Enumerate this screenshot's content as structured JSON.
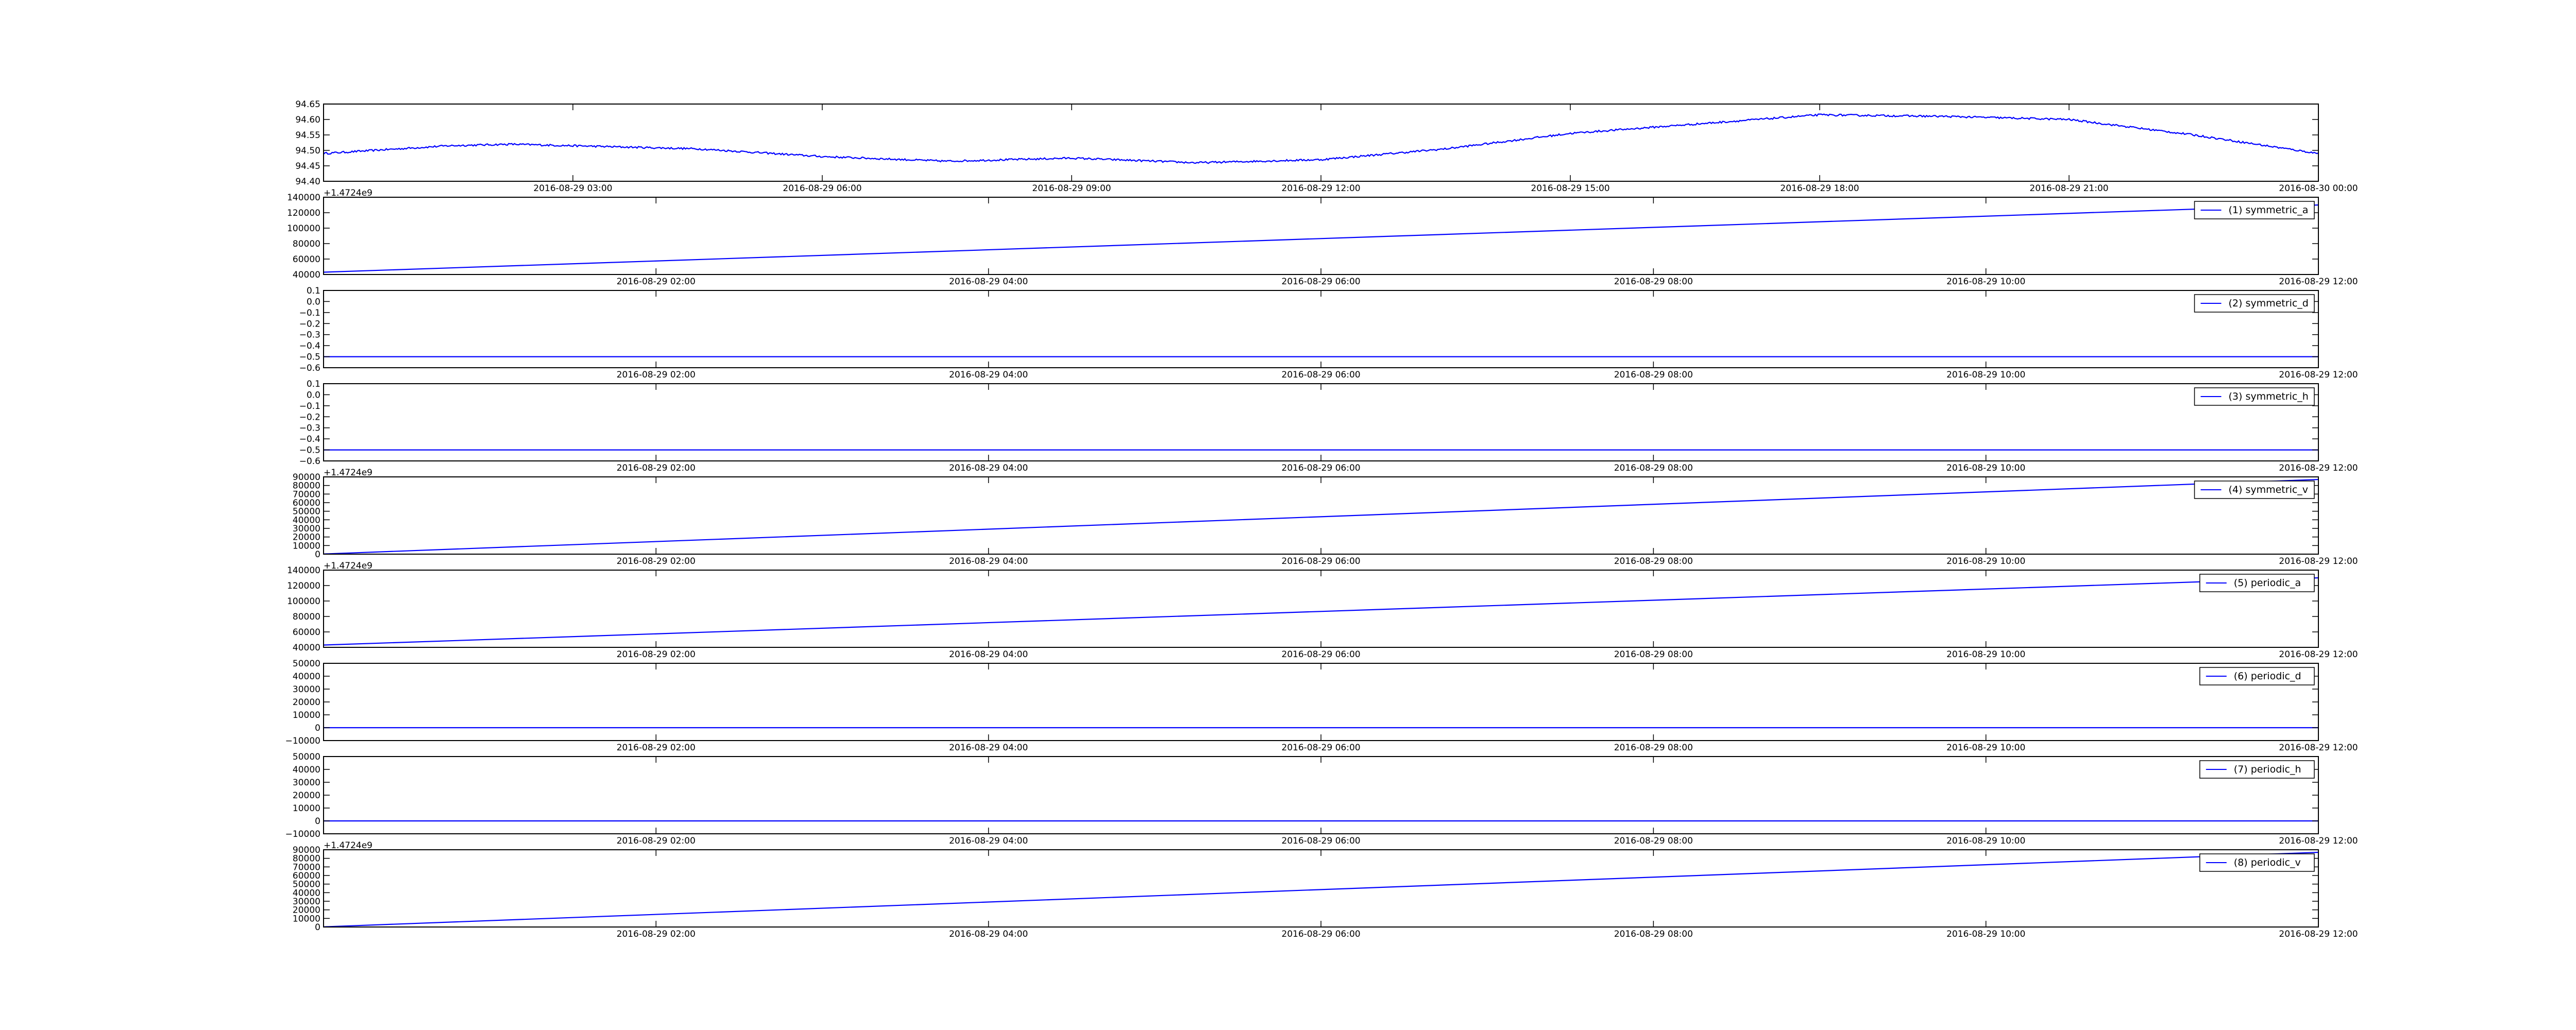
{
  "chart_data": [
    {
      "type": "line",
      "title": "",
      "xlabel": "",
      "ylabel": "",
      "x_type": "datetime",
      "xlim": [
        "2016-08-29 00:00",
        "2016-08-30 00:00"
      ],
      "ylim": [
        94.4,
        94.65
      ],
      "y_ticks": [
        "94.40",
        "94.45",
        "94.50",
        "94.55",
        "94.60",
        "94.65"
      ],
      "x_ticks": [
        {
          "t": "2016-08-29 03:00",
          "label": "2016-08-29 03:00"
        },
        {
          "t": "2016-08-29 06:00",
          "label": "2016-08-29 06:00"
        },
        {
          "t": "2016-08-29 09:00",
          "label": "2016-08-29 09:00"
        },
        {
          "t": "2016-08-29 12:00",
          "label": "2016-08-29 12:00"
        },
        {
          "t": "2016-08-29 15:00",
          "label": "2016-08-29 15:00"
        },
        {
          "t": "2016-08-29 18:00",
          "label": "2016-08-29 18:00"
        },
        {
          "t": "2016-08-29 21:00",
          "label": "2016-08-29 21:00"
        },
        {
          "t": "2016-08-30 00:00",
          "label": "2016-08-30 00:00"
        }
      ],
      "offset_text": "",
      "legend": null,
      "grid": false,
      "noise": 0.006,
      "series": [
        {
          "color": "#0000ff",
          "x": [
            "2016-08-29 00:00",
            "2016-08-29 01:30",
            "2016-08-29 02:15",
            "2016-08-29 03:00",
            "2016-08-29 04:30",
            "2016-08-29 06:00",
            "2016-08-29 07:30",
            "2016-08-29 09:00",
            "2016-08-29 10:30",
            "2016-08-29 12:00",
            "2016-08-29 13:30",
            "2016-08-29 15:00",
            "2016-08-29 16:30",
            "2016-08-29 18:00",
            "2016-08-29 19:30",
            "2016-08-29 21:00",
            "2016-08-29 22:30",
            "2016-08-30 00:00"
          ],
          "y": [
            94.49,
            94.515,
            94.52,
            94.515,
            94.505,
            94.48,
            94.465,
            94.475,
            94.46,
            94.47,
            94.505,
            94.555,
            94.585,
            94.615,
            94.61,
            94.6,
            94.55,
            94.49
          ]
        }
      ]
    },
    {
      "type": "line",
      "title": "",
      "xlabel": "",
      "ylabel": "",
      "x_type": "datetime",
      "xlim": [
        "2016-08-29 00:00",
        "2016-08-29 12:00"
      ],
      "ylim": [
        40000,
        140000
      ],
      "y_ticks": [
        "40000",
        "60000",
        "80000",
        "100000",
        "120000",
        "140000"
      ],
      "x_ticks": [
        {
          "t": "2016-08-29 02:00",
          "label": "2016-08-29 02:00"
        },
        {
          "t": "2016-08-29 04:00",
          "label": "2016-08-29 04:00"
        },
        {
          "t": "2016-08-29 06:00",
          "label": "2016-08-29 06:00"
        },
        {
          "t": "2016-08-29 08:00",
          "label": "2016-08-29 08:00"
        },
        {
          "t": "2016-08-29 10:00",
          "label": "2016-08-29 10:00"
        },
        {
          "t": "2016-08-29 12:00",
          "label": "2016-08-29 12:00"
        }
      ],
      "offset_text": "+1.4724e9",
      "legend": "top-right",
      "grid": false,
      "series": [
        {
          "name": "(1) symmetric_a",
          "color": "#0000ff",
          "x": [
            "2016-08-29 00:00",
            "2016-08-29 12:00"
          ],
          "y": [
            43000,
            130000
          ]
        }
      ]
    },
    {
      "type": "line",
      "title": "",
      "xlabel": "",
      "ylabel": "",
      "x_type": "datetime",
      "xlim": [
        "2016-08-29 00:00",
        "2016-08-29 12:00"
      ],
      "ylim": [
        -0.6,
        0.1
      ],
      "y_ticks": [
        "−0.6",
        "−0.5",
        "−0.4",
        "−0.3",
        "−0.2",
        "−0.1",
        "0.0",
        "0.1"
      ],
      "x_ticks": [
        {
          "t": "2016-08-29 02:00",
          "label": "2016-08-29 02:00"
        },
        {
          "t": "2016-08-29 04:00",
          "label": "2016-08-29 04:00"
        },
        {
          "t": "2016-08-29 06:00",
          "label": "2016-08-29 06:00"
        },
        {
          "t": "2016-08-29 08:00",
          "label": "2016-08-29 08:00"
        },
        {
          "t": "2016-08-29 10:00",
          "label": "2016-08-29 10:00"
        },
        {
          "t": "2016-08-29 12:00",
          "label": "2016-08-29 12:00"
        }
      ],
      "offset_text": "",
      "legend": "top-right",
      "grid": false,
      "series": [
        {
          "name": "(2) symmetric_d",
          "color": "#0000ff",
          "x": [
            "2016-08-29 00:00",
            "2016-08-29 12:00"
          ],
          "y": [
            -0.5,
            -0.5
          ]
        }
      ]
    },
    {
      "type": "line",
      "title": "",
      "xlabel": "",
      "ylabel": "",
      "x_type": "datetime",
      "xlim": [
        "2016-08-29 00:00",
        "2016-08-29 12:00"
      ],
      "ylim": [
        -0.6,
        0.1
      ],
      "y_ticks": [
        "−0.6",
        "−0.5",
        "−0.4",
        "−0.3",
        "−0.2",
        "−0.1",
        "0.0",
        "0.1"
      ],
      "x_ticks": [
        {
          "t": "2016-08-29 02:00",
          "label": "2016-08-29 02:00"
        },
        {
          "t": "2016-08-29 04:00",
          "label": "2016-08-29 04:00"
        },
        {
          "t": "2016-08-29 06:00",
          "label": "2016-08-29 06:00"
        },
        {
          "t": "2016-08-29 08:00",
          "label": "2016-08-29 08:00"
        },
        {
          "t": "2016-08-29 10:00",
          "label": "2016-08-29 10:00"
        },
        {
          "t": "2016-08-29 12:00",
          "label": "2016-08-29 12:00"
        }
      ],
      "offset_text": "",
      "legend": "top-right",
      "grid": false,
      "series": [
        {
          "name": "(3) symmetric_h",
          "color": "#0000ff",
          "x": [
            "2016-08-29 00:00",
            "2016-08-29 12:00"
          ],
          "y": [
            -0.5,
            -0.5
          ]
        }
      ]
    },
    {
      "type": "line",
      "title": "",
      "xlabel": "",
      "ylabel": "",
      "x_type": "datetime",
      "xlim": [
        "2016-08-29 00:00",
        "2016-08-29 12:00"
      ],
      "ylim": [
        0,
        90000
      ],
      "y_ticks": [
        "0",
        "10000",
        "20000",
        "30000",
        "40000",
        "50000",
        "60000",
        "70000",
        "80000",
        "90000"
      ],
      "x_ticks": [
        {
          "t": "2016-08-29 02:00",
          "label": "2016-08-29 02:00"
        },
        {
          "t": "2016-08-29 04:00",
          "label": "2016-08-29 04:00"
        },
        {
          "t": "2016-08-29 06:00",
          "label": "2016-08-29 06:00"
        },
        {
          "t": "2016-08-29 08:00",
          "label": "2016-08-29 08:00"
        },
        {
          "t": "2016-08-29 10:00",
          "label": "2016-08-29 10:00"
        },
        {
          "t": "2016-08-29 12:00",
          "label": "2016-08-29 12:00"
        }
      ],
      "offset_text": "+1.4724e9",
      "legend": "top-right",
      "grid": false,
      "series": [
        {
          "name": "(4) symmetric_v",
          "color": "#0000ff",
          "x": [
            "2016-08-29 00:00",
            "2016-08-29 12:00"
          ],
          "y": [
            200,
            87000
          ]
        }
      ]
    },
    {
      "type": "line",
      "title": "",
      "xlabel": "",
      "ylabel": "",
      "x_type": "datetime",
      "xlim": [
        "2016-08-29 00:00",
        "2016-08-29 12:00"
      ],
      "ylim": [
        40000,
        140000
      ],
      "y_ticks": [
        "40000",
        "60000",
        "80000",
        "100000",
        "120000",
        "140000"
      ],
      "x_ticks": [
        {
          "t": "2016-08-29 02:00",
          "label": "2016-08-29 02:00"
        },
        {
          "t": "2016-08-29 04:00",
          "label": "2016-08-29 04:00"
        },
        {
          "t": "2016-08-29 06:00",
          "label": "2016-08-29 06:00"
        },
        {
          "t": "2016-08-29 08:00",
          "label": "2016-08-29 08:00"
        },
        {
          "t": "2016-08-29 10:00",
          "label": "2016-08-29 10:00"
        },
        {
          "t": "2016-08-29 12:00",
          "label": "2016-08-29 12:00"
        }
      ],
      "offset_text": "+1.4724e9",
      "legend": "top-right",
      "grid": false,
      "series": [
        {
          "name": "(5) periodic_a",
          "color": "#0000ff",
          "x": [
            "2016-08-29 00:00",
            "2016-08-29 12:00"
          ],
          "y": [
            43000,
            130000
          ]
        }
      ]
    },
    {
      "type": "line",
      "title": "",
      "xlabel": "",
      "ylabel": "",
      "x_type": "datetime",
      "xlim": [
        "2016-08-29 00:00",
        "2016-08-29 12:00"
      ],
      "ylim": [
        -10000,
        50000
      ],
      "y_ticks": [
        "−10000",
        "0",
        "10000",
        "20000",
        "30000",
        "40000",
        "50000"
      ],
      "x_ticks": [
        {
          "t": "2016-08-29 02:00",
          "label": "2016-08-29 02:00"
        },
        {
          "t": "2016-08-29 04:00",
          "label": "2016-08-29 04:00"
        },
        {
          "t": "2016-08-29 06:00",
          "label": "2016-08-29 06:00"
        },
        {
          "t": "2016-08-29 08:00",
          "label": "2016-08-29 08:00"
        },
        {
          "t": "2016-08-29 10:00",
          "label": "2016-08-29 10:00"
        },
        {
          "t": "2016-08-29 12:00",
          "label": "2016-08-29 12:00"
        }
      ],
      "offset_text": "",
      "legend": "top-right",
      "grid": false,
      "series": [
        {
          "name": "(6) periodic_d",
          "color": "#0000ff",
          "x": [
            "2016-08-29 00:00",
            "2016-08-29 12:00"
          ],
          "y": [
            0,
            0
          ]
        }
      ]
    },
    {
      "type": "line",
      "title": "",
      "xlabel": "",
      "ylabel": "",
      "x_type": "datetime",
      "xlim": [
        "2016-08-29 00:00",
        "2016-08-29 12:00"
      ],
      "ylim": [
        -10000,
        50000
      ],
      "y_ticks": [
        "−10000",
        "0",
        "10000",
        "20000",
        "30000",
        "40000",
        "50000"
      ],
      "x_ticks": [
        {
          "t": "2016-08-29 02:00",
          "label": "2016-08-29 02:00"
        },
        {
          "t": "2016-08-29 04:00",
          "label": "2016-08-29 04:00"
        },
        {
          "t": "2016-08-29 06:00",
          "label": "2016-08-29 06:00"
        },
        {
          "t": "2016-08-29 08:00",
          "label": "2016-08-29 08:00"
        },
        {
          "t": "2016-08-29 10:00",
          "label": "2016-08-29 10:00"
        },
        {
          "t": "2016-08-29 12:00",
          "label": "2016-08-29 12:00"
        }
      ],
      "offset_text": "",
      "legend": "top-right",
      "grid": false,
      "series": [
        {
          "name": "(7) periodic_h",
          "color": "#0000ff",
          "x": [
            "2016-08-29 00:00",
            "2016-08-29 12:00"
          ],
          "y": [
            0,
            0
          ]
        }
      ]
    },
    {
      "type": "line",
      "title": "",
      "xlabel": "",
      "ylabel": "",
      "x_type": "datetime",
      "xlim": [
        "2016-08-29 00:00",
        "2016-08-29 12:00"
      ],
      "ylim": [
        0,
        90000
      ],
      "y_ticks": [
        "0",
        "10000",
        "20000",
        "30000",
        "40000",
        "50000",
        "60000",
        "70000",
        "80000",
        "90000"
      ],
      "x_ticks": [
        {
          "t": "2016-08-29 02:00",
          "label": "2016-08-29 02:00"
        },
        {
          "t": "2016-08-29 04:00",
          "label": "2016-08-29 04:00"
        },
        {
          "t": "2016-08-29 06:00",
          "label": "2016-08-29 06:00"
        },
        {
          "t": "2016-08-29 08:00",
          "label": "2016-08-29 08:00"
        },
        {
          "t": "2016-08-29 10:00",
          "label": "2016-08-29 10:00"
        },
        {
          "t": "2016-08-29 12:00",
          "label": "2016-08-29 12:00"
        }
      ],
      "offset_text": "+1.4724e9",
      "legend": "top-right",
      "grid": false,
      "series": [
        {
          "name": "(8) periodic_v",
          "color": "#0000ff",
          "x": [
            "2016-08-29 00:00",
            "2016-08-29 12:00"
          ],
          "y": [
            200,
            87000
          ]
        }
      ]
    }
  ]
}
